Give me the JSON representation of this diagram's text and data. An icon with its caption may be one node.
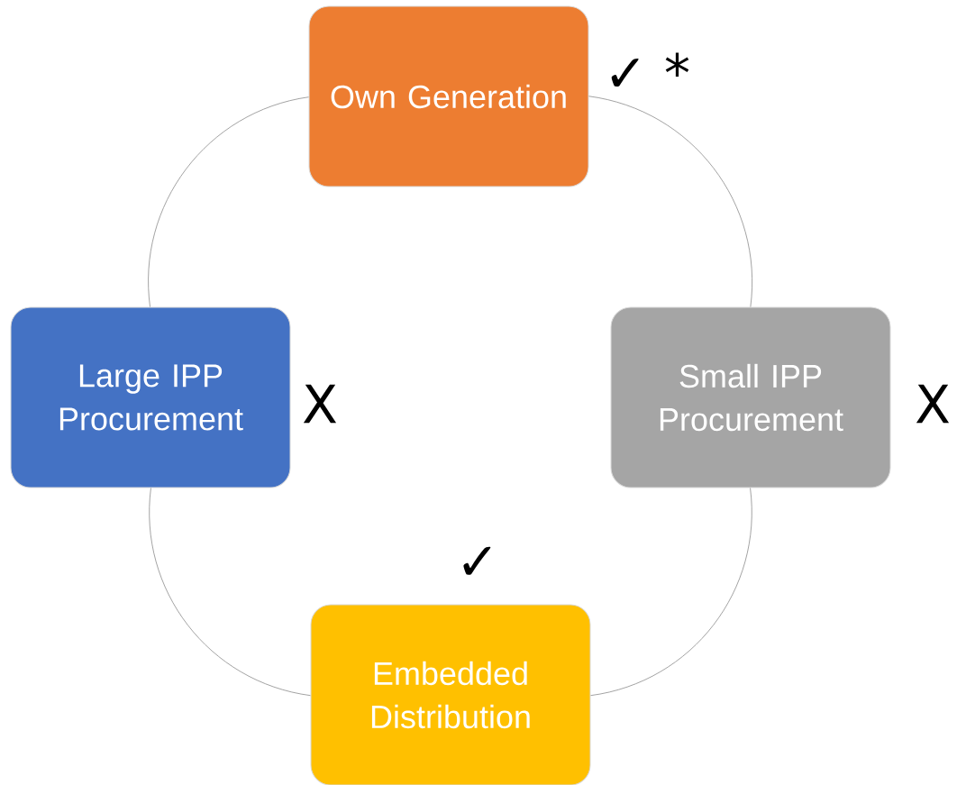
{
  "diagram": {
    "nodes": [
      {
        "text": [
          "Own Generation"
        ],
        "beside": [
          "✓ *"
        ]
      },
      {
        "text": [
          "Large IPP Procurement"
        ],
        "beside": [
          "X"
        ]
      },
      {
        "text": [
          "Small IPP Procurement"
        ],
        "beside": [
          "X"
        ]
      },
      {
        "text": [
          "Embedded Distribution"
        ],
        "beside": [
          "✓"
        ]
      }
    ],
    "edges": [
      {
        "from": 0,
        "to": 1,
        "arrow": "none"
      },
      {
        "from": 0,
        "to": 2,
        "arrow": "none"
      },
      {
        "from": 1,
        "to": 3,
        "arrow": "none"
      },
      {
        "from": 2,
        "to": 3,
        "arrow": "none"
      }
    ]
  }
}
